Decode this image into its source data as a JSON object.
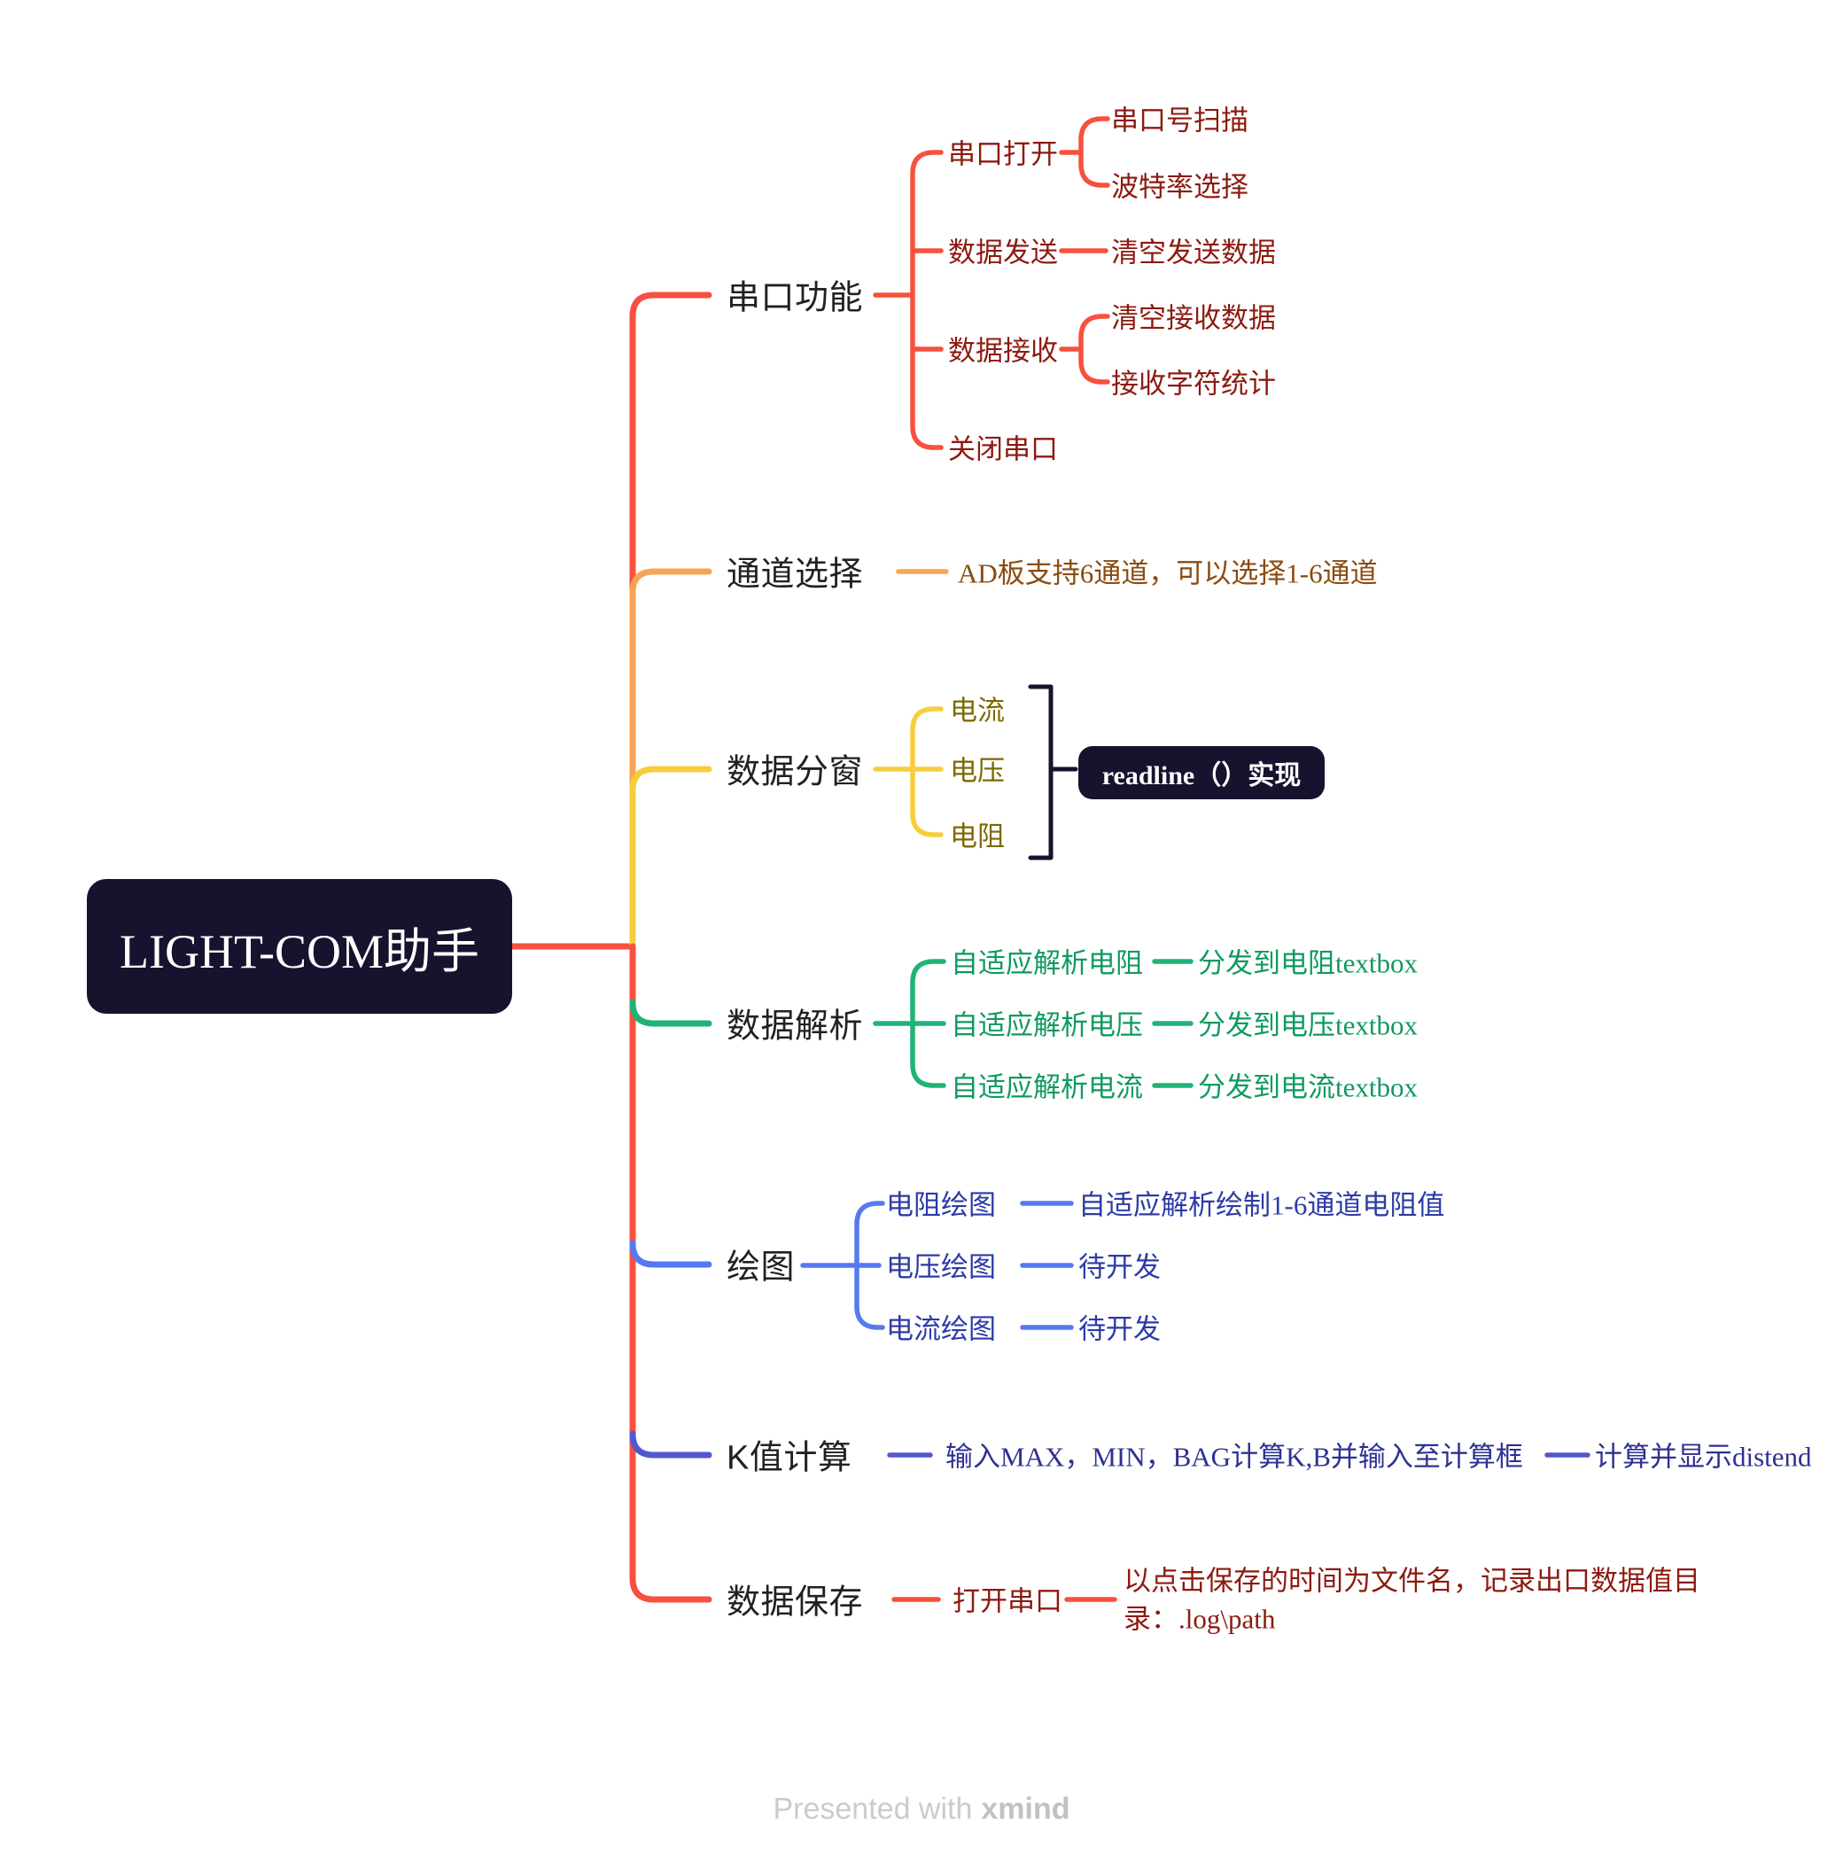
{
  "central": {
    "label": "LIGHT-COM助手"
  },
  "palette": {
    "branch_red": "#F8503E",
    "branch_orange": "#F7A456",
    "branch_yellow": "#F6CE3C",
    "branch_green": "#1FB377",
    "branch_blue": "#5679F1",
    "branch_indigo": "#5458CE",
    "node_navy": "#15132E",
    "text_main": "#212121",
    "text_maroon": "#8C1A10",
    "text_brown": "#8A4B10",
    "text_olive": "#7C6A00",
    "text_green": "#0F9A5F",
    "text_blue": "#2C3BA6",
    "text_indigo": "#2D3191"
  },
  "branches": [
    {
      "label": "串口功能",
      "children": [
        {
          "label": "串口打开",
          "children": [
            {
              "label": "串口号扫描"
            },
            {
              "label": "波特率选择"
            }
          ]
        },
        {
          "label": "数据发送",
          "children": [
            {
              "label": "清空发送数据"
            }
          ]
        },
        {
          "label": "数据接收",
          "children": [
            {
              "label": "清空接收数据"
            },
            {
              "label": "接收字符统计"
            }
          ]
        },
        {
          "label": "关闭串口"
        }
      ]
    },
    {
      "label": "通道选择",
      "children": [
        {
          "label": "AD板支持6通道，可以选择1-6通道"
        }
      ]
    },
    {
      "label": "数据分窗",
      "children": [
        {
          "label": "电流"
        },
        {
          "label": "电压"
        },
        {
          "label": "电阻"
        }
      ],
      "summary": {
        "label": "readline（）实现"
      }
    },
    {
      "label": "数据解析",
      "children": [
        {
          "label": "自适应解析电阻",
          "children": [
            {
              "label": "分发到电阻textbox"
            }
          ]
        },
        {
          "label": "自适应解析电压",
          "children": [
            {
              "label": "分发到电压textbox"
            }
          ]
        },
        {
          "label": "自适应解析电流",
          "children": [
            {
              "label": "分发到电流textbox"
            }
          ]
        }
      ]
    },
    {
      "label": "绘图",
      "children": [
        {
          "label": "电阻绘图",
          "children": [
            {
              "label": "自适应解析绘制1-6通道电阻值"
            }
          ]
        },
        {
          "label": "电压绘图",
          "children": [
            {
              "label": "待开发"
            }
          ]
        },
        {
          "label": "电流绘图",
          "children": [
            {
              "label": "待开发"
            }
          ]
        }
      ]
    },
    {
      "label": "K值计算",
      "children": [
        {
          "label": "输入MAX，MIN，BAG计算K,B并输入至计算框",
          "children": [
            {
              "label": "计算并显示distend"
            }
          ]
        }
      ]
    },
    {
      "label": "数据保存",
      "children": [
        {
          "label": "打开串口",
          "children": [
            {
              "label": "以点击保存的时间为文件名，记录出口数据值目录：.log\\path"
            }
          ]
        }
      ]
    }
  ],
  "footer": {
    "prefix": "Presented with",
    "brand": "xmind"
  }
}
